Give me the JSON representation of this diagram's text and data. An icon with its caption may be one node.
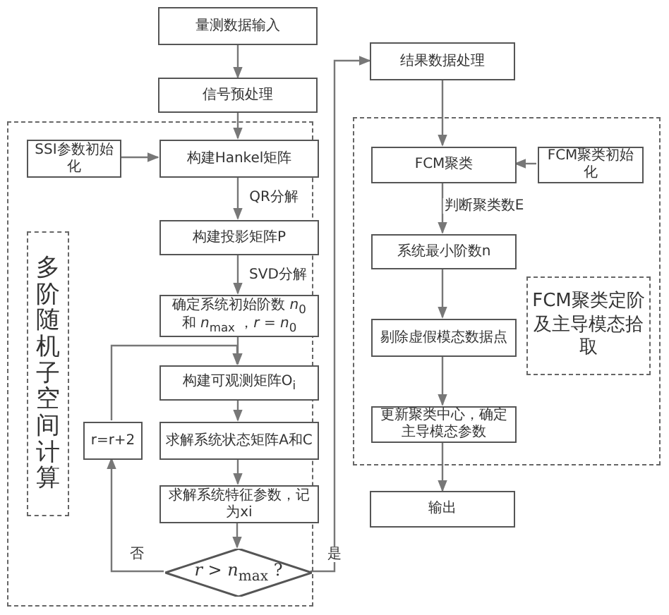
{
  "diagram": {
    "nodes": [
      {
        "text": [
          "量测数据输入"
        ]
      },
      {
        "text": [
          "信号预处理"
        ]
      },
      {
        "text": [],
        "shape": "box"
      },
      {
        "text": [
          "SSI参数初始化"
        ],
        "in": 2
      },
      {
        "text": [
          "构建Hankel矩阵"
        ],
        "in": 2
      },
      {
        "text": [
          "多阶随机子空间计算"
        ],
        "in": 2
      },
      {
        "text": [
          "构建投影矩阵P"
        ],
        "in": 2
      },
      {
        "text": [
          "确定系统初始阶数 *n*$_{0}$ 和 *n*$_{max}$ ，*r* = *n*$_{0}$"
        ],
        "in": 2
      },
      {
        "text": [
          "构建可观测矩阵O$_{i}$"
        ],
        "in": 2
      },
      {
        "text": [
          "r=r+2"
        ],
        "in": 2
      },
      {
        "text": [
          "求解系统状态矩阵A和C"
        ],
        "in": 2
      },
      {
        "text": [
          "求解系统特征参数，记为xi"
        ],
        "in": 2
      },
      {
        "text": [
          "*r* > *n*$_{max}$ ?"
        ],
        "in": 2
      },
      {
        "text": [
          "结果数据处理"
        ]
      },
      {
        "text": [],
        "shape": "box"
      },
      {
        "text": [
          "FCM聚类"
        ],
        "in": 14
      },
      {
        "text": [
          "FCM聚类初始化"
        ],
        "in": 14
      },
      {
        "text": [
          "系统最小阶数n"
        ],
        "in": 14
      },
      {
        "text": [
          "FCM聚类定阶及主导模态拾取"
        ],
        "in": 14
      },
      {
        "text": [
          "剔除虚假模态数据点"
        ],
        "in": 14
      },
      {
        "text": [
          "更新聚类中心，确定主导模态参数"
        ],
        "in": 14
      },
      {
        "text": [
          "输出"
        ]
      }
    ],
    "edges": [
      {
        "from": 0,
        "to": 1,
        "arrow": "to"
      },
      {
        "from": 1,
        "to": 4,
        "arrow": "to"
      },
      {
        "from": 3,
        "to": 4,
        "arrow": "to"
      },
      {
        "from": 4,
        "to": 6,
        "arrow": "to",
        "label": "QR分解"
      },
      {
        "from": 6,
        "to": 7,
        "arrow": "to",
        "label": "SVD分解"
      },
      {
        "from": 7,
        "to": 8,
        "arrow": "to"
      },
      {
        "from": 8,
        "to": 10,
        "arrow": "to"
      },
      {
        "from": 10,
        "to": 11,
        "arrow": "to"
      },
      {
        "from": 11,
        "to": 12,
        "arrow": "to"
      },
      {
        "from": 12,
        "to": 9,
        "arrow": "to",
        "label": "否"
      },
      {
        "from": 9,
        "to": 8,
        "arrow": "to"
      },
      {
        "from": 12,
        "to": 13,
        "arrow": "to",
        "label": "是"
      },
      {
        "from": 13,
        "to": 15,
        "arrow": "to"
      },
      {
        "from": 16,
        "to": 15,
        "arrow": "to"
      },
      {
        "from": 15,
        "to": 17,
        "arrow": "to",
        "label": "判断聚类数E"
      },
      {
        "from": 17,
        "to": 19,
        "arrow": "to"
      },
      {
        "from": 19,
        "to": 20,
        "arrow": "to"
      },
      {
        "from": 20,
        "to": 21,
        "arrow": "to"
      }
    ]
  }
}
